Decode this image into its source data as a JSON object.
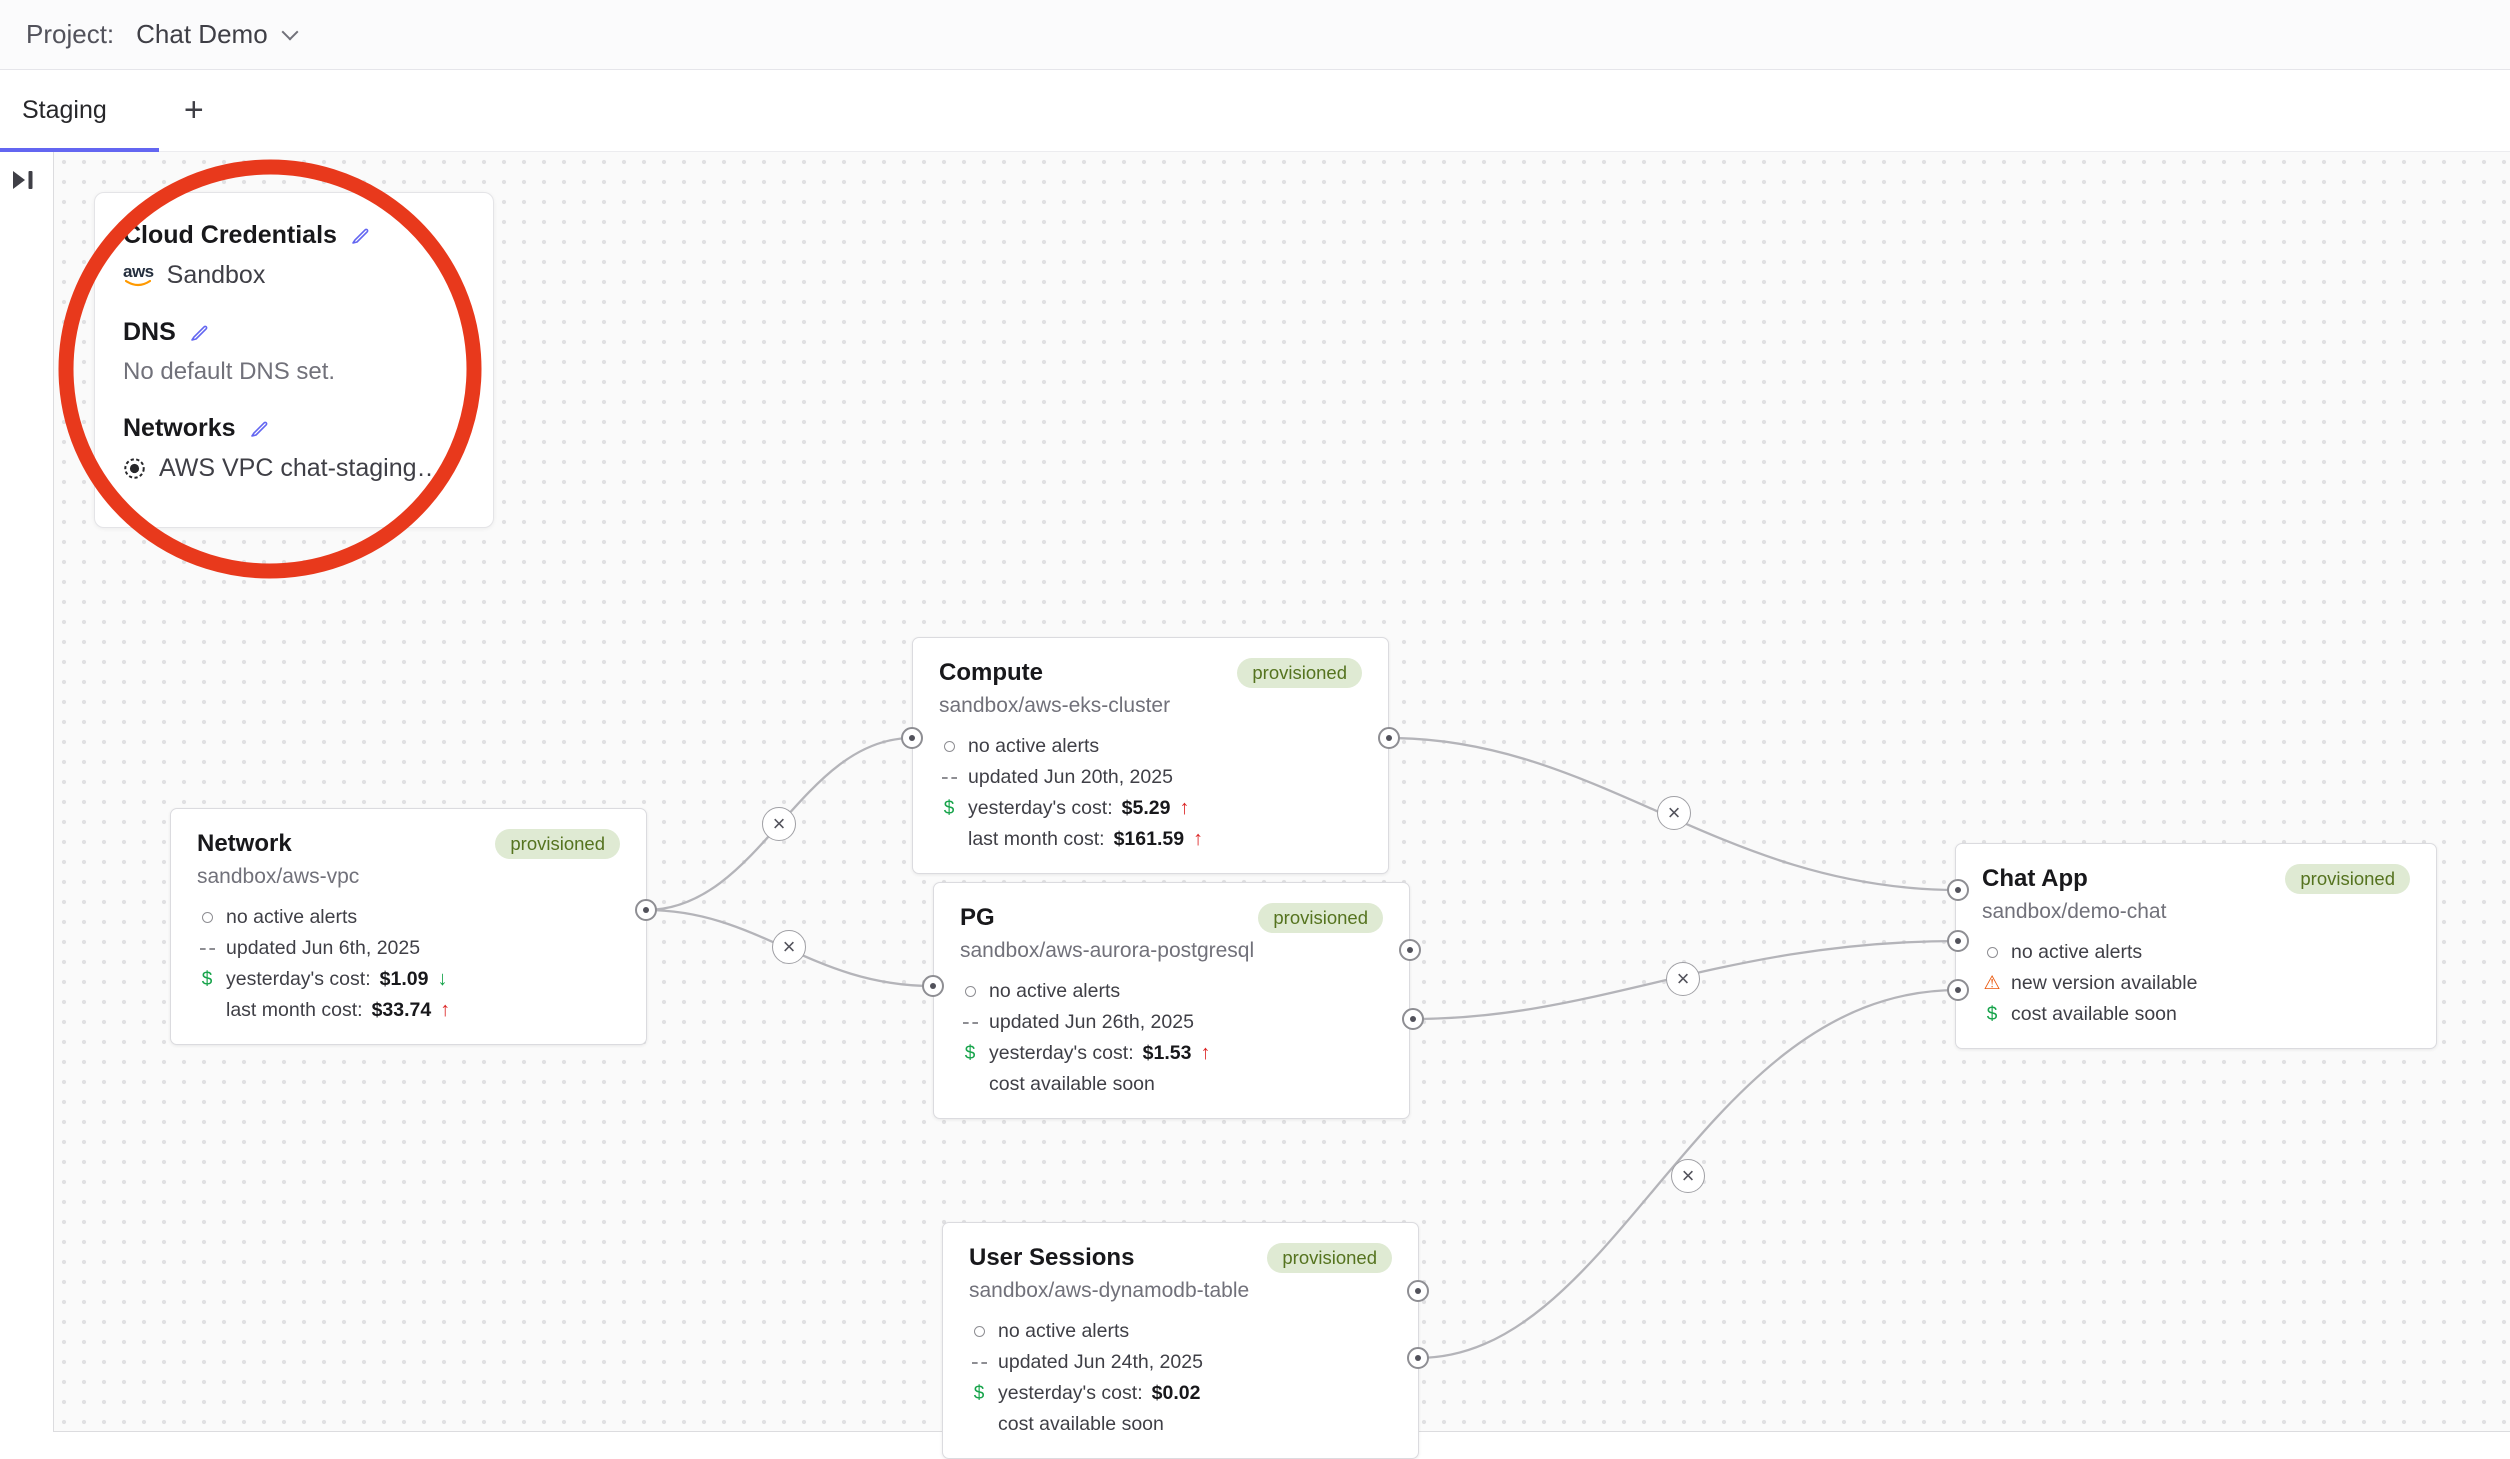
{
  "header": {
    "project_label": "Project:",
    "project_name": "Chat Demo"
  },
  "tabs": {
    "active_tab": "Staging",
    "add_button": "+"
  },
  "side_panel": {
    "aws_logo_text": "aws",
    "sections": [
      {
        "title": "Cloud Credentials",
        "value": "Sandbox"
      },
      {
        "title": "DNS",
        "empty_text": "No default DNS set."
      },
      {
        "title": "Networks",
        "value": "AWS VPC chat-staging…"
      }
    ]
  },
  "nodes": [
    {
      "title": "Network",
      "badge": "provisioned",
      "subtitle": "sandbox/aws-vpc",
      "alert": "no active alerts",
      "updated": "updated Jun 6th, 2025",
      "cost1_label": "yesterday's cost:",
      "cost1_value": "$1.09",
      "cost1_trend": "down",
      "cost2_label": "last month cost:",
      "cost2_value": "$33.74",
      "cost2_trend": "up"
    },
    {
      "title": "Compute",
      "badge": "provisioned",
      "subtitle": "sandbox/aws-eks-cluster",
      "alert": "no active alerts",
      "updated": "updated Jun 20th, 2025",
      "cost1_label": "yesterday's cost:",
      "cost1_value": "$5.29",
      "cost1_trend": "up",
      "cost2_label": "last month cost:",
      "cost2_value": "$161.59",
      "cost2_trend": "up"
    },
    {
      "title": "PG",
      "badge": "provisioned",
      "subtitle": "sandbox/aws-aurora-postgresql",
      "alert": "no active alerts",
      "updated": "updated Jun 26th, 2025",
      "cost1_label": "yesterday's cost:",
      "cost1_value": "$1.53",
      "cost1_trend": "up",
      "cost2_label": "cost available soon"
    },
    {
      "title": "User Sessions",
      "badge": "provisioned",
      "subtitle": "sandbox/aws-dynamodb-table",
      "alert": "no active alerts",
      "updated": "updated Jun 24th, 2025",
      "cost1_label": "yesterday's cost:",
      "cost1_value": "$0.02",
      "cost2_label": "cost available soon"
    },
    {
      "title": "Chat App",
      "badge": "provisioned",
      "subtitle": "sandbox/demo-chat",
      "alert": "no active alerts",
      "warning": "new version available",
      "cost_soon": "cost available soon"
    }
  ],
  "icons": {
    "dollar": "$",
    "arrow_up": "↑",
    "arrow_down": "↓",
    "close": "×",
    "plus": "+",
    "warning": "⚠"
  },
  "colors": {
    "accent": "#6366f1",
    "annotation_red": "#e8391c",
    "badge_bg": "#dfead3",
    "badge_text": "#55731f",
    "trend_up": "#dc2626",
    "trend_down": "#16a34a",
    "warning_orange": "#ea580c"
  }
}
